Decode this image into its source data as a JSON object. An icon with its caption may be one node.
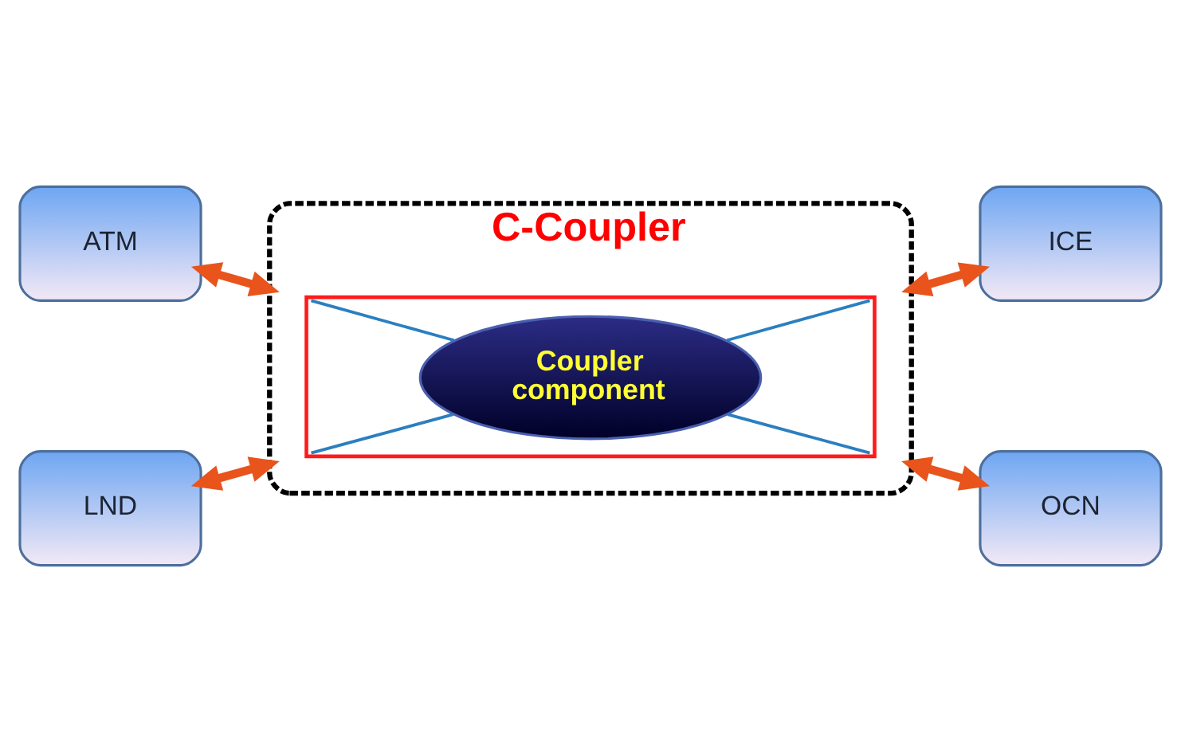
{
  "diagram": {
    "nodes": [
      {
        "text": [
          "ATM"
        ]
      },
      {
        "text": [
          "ICE"
        ]
      },
      {
        "text": [
          "C-Coupler"
        ]
      },
      {
        "text": [],
        "shape": "box",
        "in": 2
      },
      {
        "text": [
          "Coupler component"
        ],
        "in": 3
      },
      {
        "text": [
          "LND"
        ]
      },
      {
        "text": [
          "OCN"
        ]
      }
    ],
    "edges": [
      {
        "from": 0,
        "to": 2,
        "arrow": "both",
        "style": "thick",
        "color": "#e8541c"
      },
      {
        "from": 2,
        "to": 1,
        "arrow": "both",
        "style": "thick",
        "color": "#e8541c"
      },
      {
        "from": 5,
        "to": 2,
        "arrow": "both",
        "style": "thick",
        "color": "#e8541c"
      },
      {
        "from": 2,
        "to": 6,
        "arrow": "both",
        "style": "thick",
        "color": "#e8541c"
      },
      {
        "from": 3,
        "to": 4,
        "arrow": "none",
        "color": "#2a7fc0"
      },
      {
        "from": 4,
        "to": 3,
        "arrow": "none",
        "color": "#2a7fc0"
      },
      {
        "from": 3,
        "to": 4,
        "arrow": "none",
        "color": "#2a7fc0"
      },
      {
        "from": 4,
        "to": 3,
        "arrow": "none",
        "color": "#2a7fc0"
      }
    ]
  }
}
